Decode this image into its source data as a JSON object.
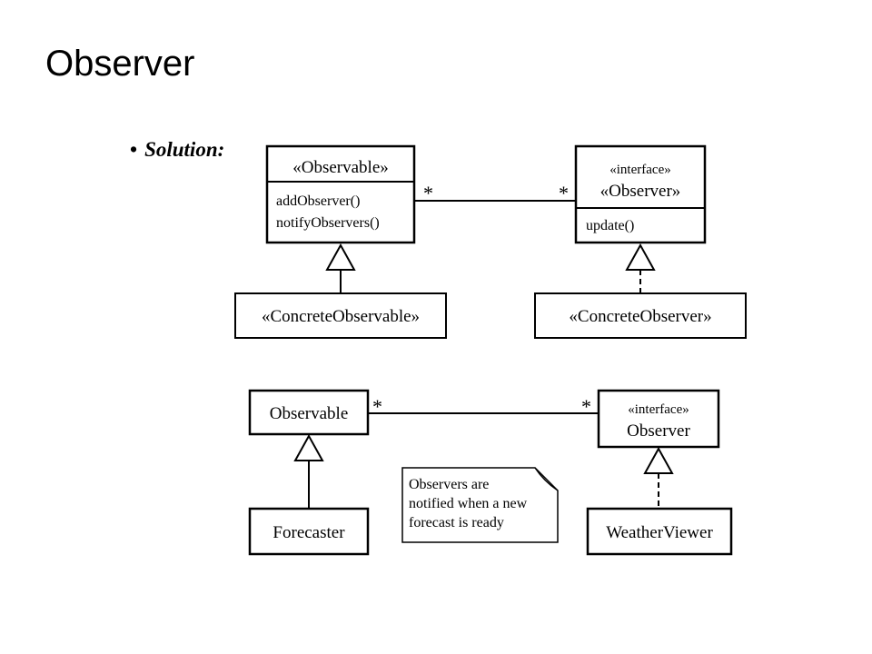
{
  "slide": {
    "title": "Observer",
    "bullet": "Solution:"
  },
  "generic_diagram": {
    "observable": {
      "name": "«Observable»",
      "methods": [
        "addObserver()",
        "notifyObservers()"
      ]
    },
    "observer": {
      "stereotype": "«interface»",
      "name": "«Observer»",
      "methods": [
        "update()"
      ]
    },
    "concrete_observable": {
      "name": "«ConcreteObservable»"
    },
    "concrete_observer": {
      "name": "«ConcreteObserver»"
    },
    "association": {
      "left_multiplicity": "*",
      "right_multiplicity": "*"
    }
  },
  "example_diagram": {
    "observable": {
      "name": "Observable"
    },
    "observer": {
      "stereotype": "«interface»",
      "name": "Observer"
    },
    "forecaster": {
      "name": "Forecaster"
    },
    "weather_viewer": {
      "name": "WeatherViewer"
    },
    "association": {
      "left_multiplicity": "*",
      "right_multiplicity": "*"
    },
    "note": {
      "lines": [
        "Observers are",
        "notified when a new",
        "forecast is ready"
      ]
    }
  },
  "colors": {
    "stroke": "#000000",
    "background": "#ffffff"
  }
}
